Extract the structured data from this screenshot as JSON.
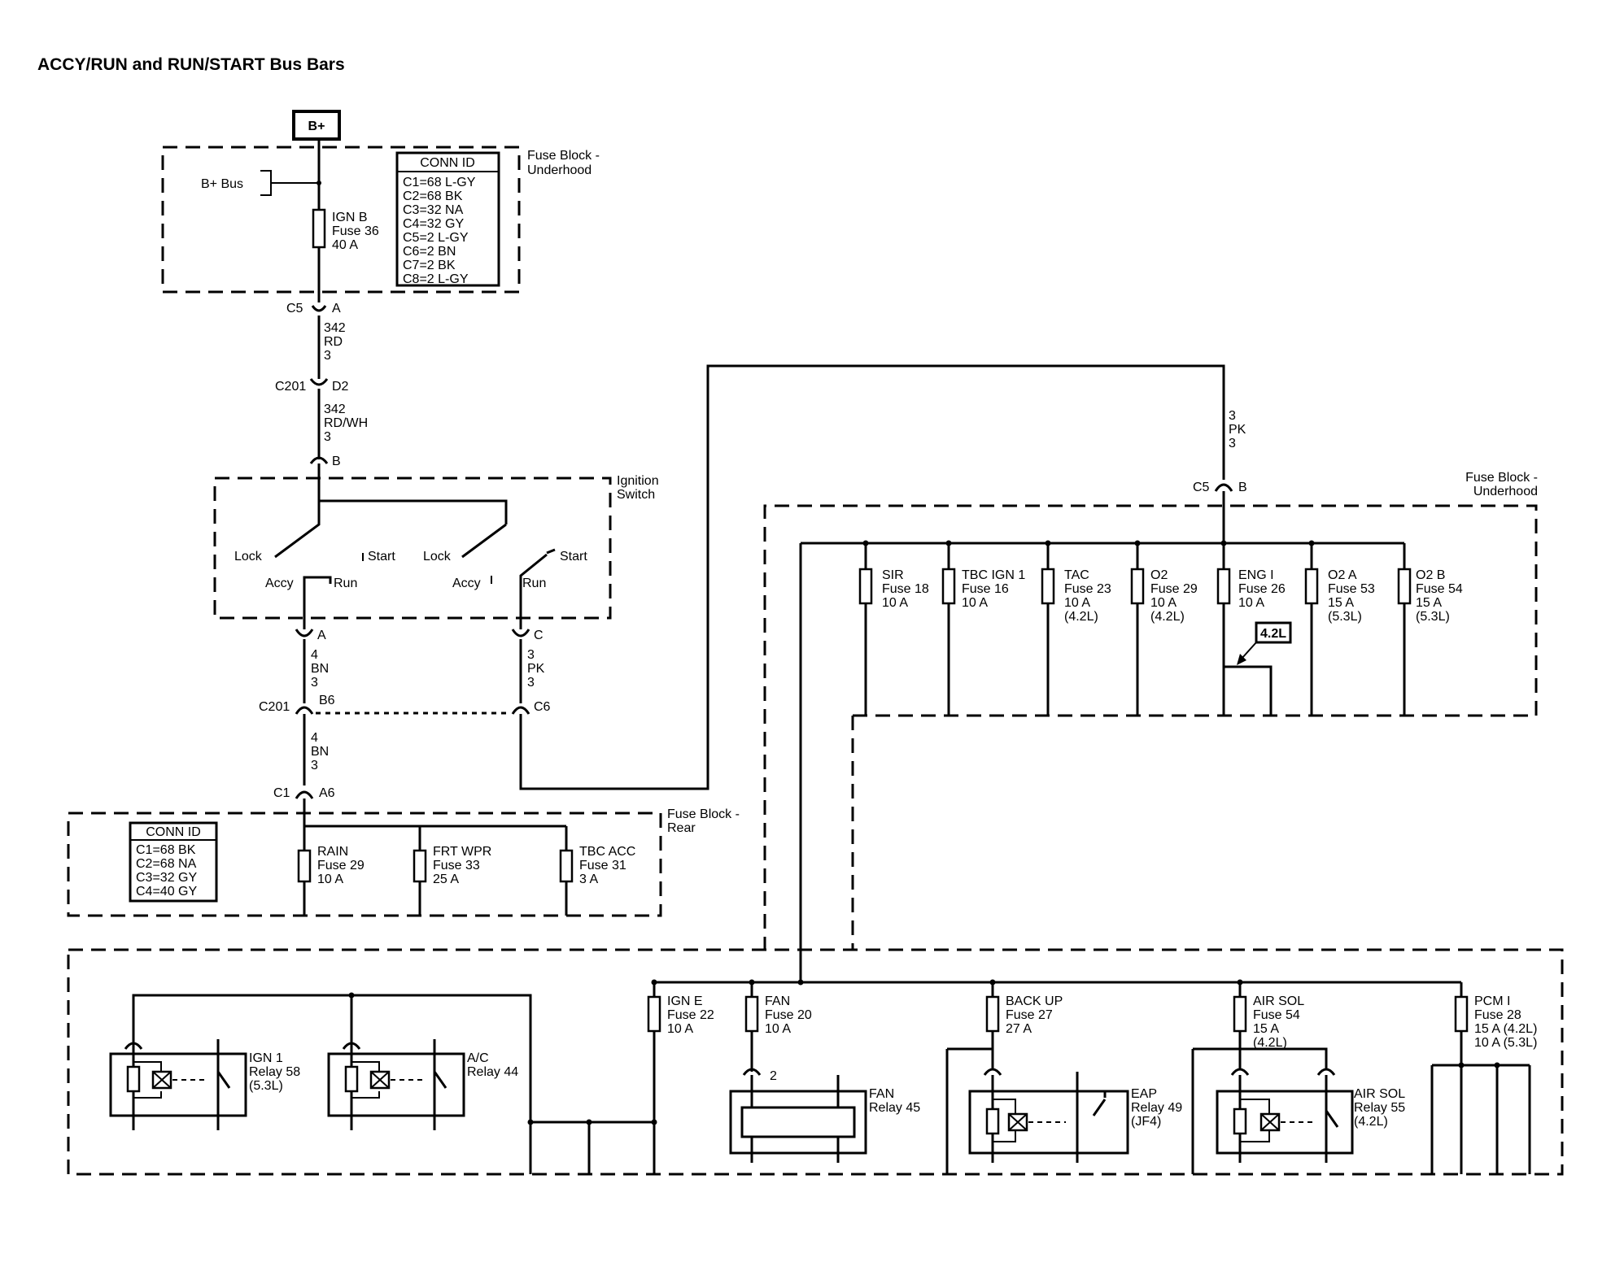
{
  "title": "ACCY/RUN and RUN/START Bus Bars",
  "bplus": "B+",
  "underhood_top": {
    "name": "Fuse Block - Underhood",
    "bus": "B+ Bus",
    "fuse": [
      "IGN B",
      "Fuse 36",
      "40 A"
    ],
    "conn_title": "CONN ID",
    "conn": [
      "C1=68 L-GY",
      "C2=68 BK",
      "C3=32 NA",
      "C4=32 GY",
      "C5=2 L-GY",
      "C6=2 BN",
      "C7=2 BK",
      "C8=2 L-GY"
    ]
  },
  "c5a": [
    "C5",
    "A"
  ],
  "wire1": [
    "342",
    "RD",
    "3"
  ],
  "c201d2": [
    "C201",
    "D2"
  ],
  "wire2": [
    "342",
    "RD/WH",
    "3"
  ],
  "ign_b": "B",
  "ignition": {
    "name": "Ignition Switch",
    "left": [
      "Lock",
      "Start",
      "Accy",
      "Run"
    ],
    "right": [
      "Lock",
      "Start",
      "Accy",
      "Run"
    ]
  },
  "ign_a": "A",
  "ign_c": "C",
  "wire_bn": [
    "4",
    "BN",
    "3"
  ],
  "wire_pk": [
    "3",
    "PK",
    "3"
  ],
  "c201b6": [
    "C201",
    "B6"
  ],
  "c6": "C6",
  "wire_bn2": [
    "4",
    "BN",
    "3"
  ],
  "c1a6": [
    "C1",
    "A6"
  ],
  "rear": {
    "name": "Fuse Block - Rear",
    "conn_title": "CONN ID",
    "conn": [
      "C1=68 BK",
      "C2=68 NA",
      "C3=32 GY",
      "C4=40 GY"
    ],
    "fuses": [
      [
        "RAIN",
        "Fuse 29",
        "10 A"
      ],
      [
        "FRT WPR",
        "Fuse 33",
        "25 A"
      ],
      [
        "TBC ACC",
        "Fuse 31",
        "3 A"
      ]
    ]
  },
  "wire_pk2": [
    "3",
    "PK",
    "3"
  ],
  "c5b": [
    "C5",
    "B"
  ],
  "underhood_right": {
    "name": "Fuse Block - Underhood",
    "fuses": [
      [
        "SIR",
        "Fuse 18",
        "10 A"
      ],
      [
        "TBC IGN 1",
        "Fuse 16",
        "10 A"
      ],
      [
        "TAC",
        "Fuse 23",
        "10 A",
        "(4.2L)"
      ],
      [
        "O2",
        "Fuse 29",
        "10 A",
        "(4.2L)"
      ],
      [
        "ENG I",
        "Fuse 26",
        "10 A"
      ],
      [
        "O2 A",
        "Fuse 53",
        "15 A",
        "(5.3L)"
      ],
      [
        "O2 B",
        "Fuse 54",
        "15 A",
        "(5.3L)"
      ]
    ],
    "tag": "4.2L"
  },
  "bottom": {
    "relays": [
      [
        "IGN 1",
        "Relay 58",
        "(5.3L)"
      ],
      [
        "A/C",
        "Relay 44"
      ],
      [
        "FAN",
        "Relay 45"
      ],
      [
        "EAP",
        "Relay 49",
        "(JF4)"
      ],
      [
        "AIR SOL",
        "Relay 55",
        "(4.2L)"
      ]
    ],
    "fuses": [
      [
        "IGN E",
        "Fuse 22",
        "10 A"
      ],
      [
        "FAN",
        "Fuse 20",
        "10 A"
      ],
      [
        "BACK UP",
        "Fuse 27",
        "27 A"
      ],
      [
        "AIR SOL",
        "Fuse 54",
        "15 A",
        "(4.2L)"
      ],
      [
        "PCM I",
        "Fuse 28",
        "15 A (4.2L)",
        "10 A (5.3L)"
      ]
    ],
    "fan_pin": "2"
  }
}
